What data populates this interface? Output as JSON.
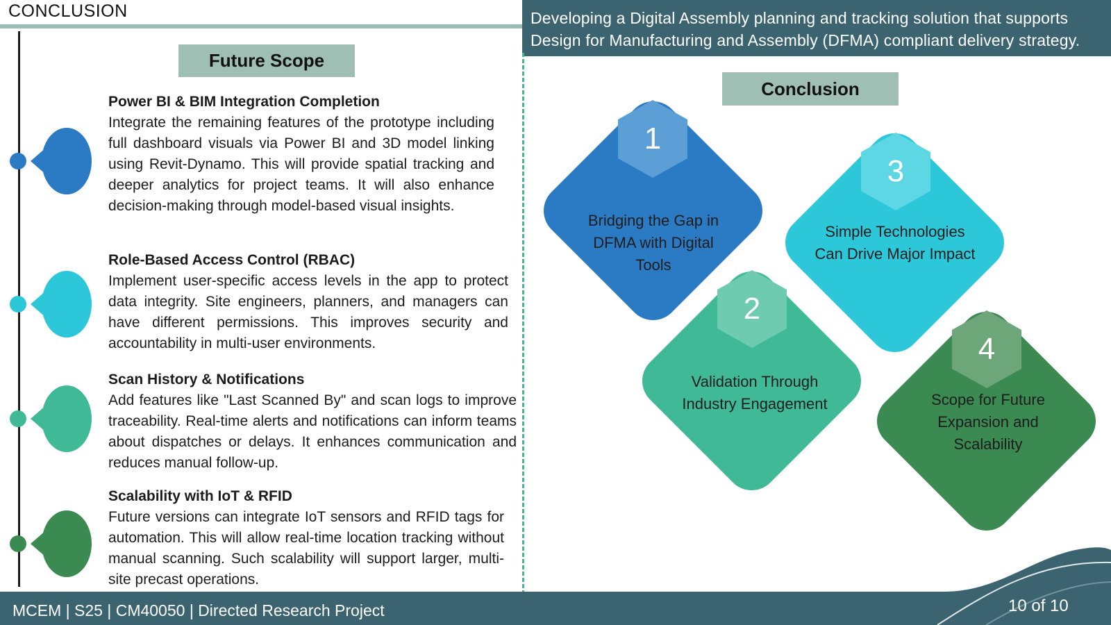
{
  "header": {
    "title": "CONCLUSION"
  },
  "banner": {
    "text": "Developing a Digital Assembly planning and tracking solution that supports Design for Manufacturing and Assembly (DFMA) compliant delivery strategy."
  },
  "future_scope": {
    "heading": "Future Scope",
    "items": [
      {
        "title": "Power BI & BIM Integration Completion",
        "body": "Integrate the remaining features of the prototype including full dashboard visuals via Power BI and 3D model linking using Revit-Dynamo. This will provide spatial tracking and deeper analytics for project teams. It will also enhance decision-making through model-based visual insights."
      },
      {
        "title": "Role-Based Access Control (RBAC)",
        "body": "Implement user-specific access levels in the app to protect data integrity. Site engineers, planners, and managers can have different permissions. This improves security and accountability in multi-user environments."
      },
      {
        "title": "Scan History & Notifications",
        "body": "Add features like \"Last Scanned By\" and scan logs to improve traceability. Real-time alerts and notifications can inform teams about dispatches or delays. It enhances communication and reduces manual follow-up."
      },
      {
        "title": "Scalability with IoT & RFID",
        "body": "Future versions can integrate IoT sensors and RFID tags for automation. This will allow real-time location tracking without manual scanning. Such scalability will support larger, multi-site precast operations."
      }
    ]
  },
  "conclusion": {
    "heading": "Conclusion",
    "diamonds": [
      {
        "number": "1",
        "text": "Bridging the Gap in DFMA with Digital Tools"
      },
      {
        "number": "2",
        "text": "Validation Through Industry Engagement"
      },
      {
        "number": "3",
        "text": "Simple Technologies Can Drive Major Impact"
      },
      {
        "number": "4",
        "text": "Scope for Future Expansion and Scalability"
      }
    ]
  },
  "footer": {
    "label": "MCEM | S25 |  CM40050 | Directed Research Project",
    "page": "10 of 10"
  },
  "colors": {
    "blue": "#2b7bc4",
    "cyan": "#2cc8d9",
    "teal": "#3fb996",
    "green": "#3a8a52",
    "banner": "#3c6470",
    "pill": "#9fbfb4"
  }
}
